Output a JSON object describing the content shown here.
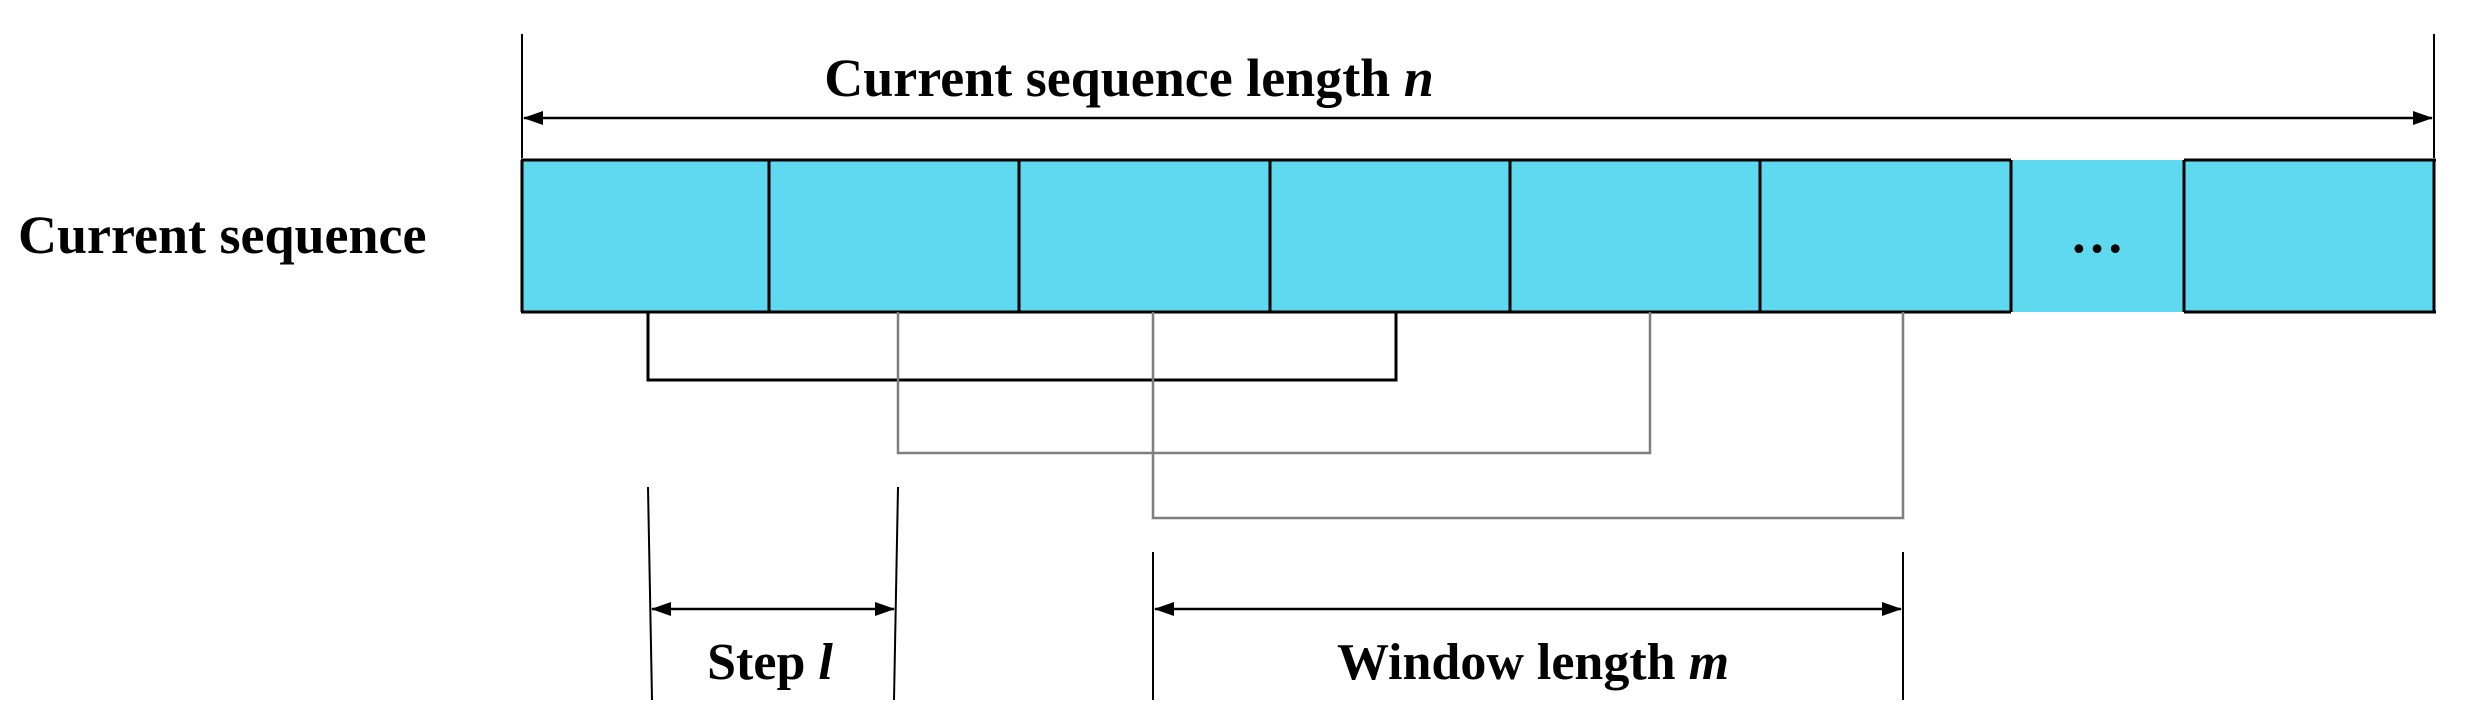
{
  "labels": {
    "total_length_text": "Current sequence length ",
    "total_length_var": "n",
    "row_label": "Current sequence",
    "ellipsis": "…",
    "step_text": "Step ",
    "step_var": "l",
    "window_text": "Window length ",
    "window_var": "m"
  },
  "sequence": {
    "cell_count": 8,
    "ellipsis_cell_index": 6
  },
  "windows": {
    "count": 3
  },
  "colors": {
    "cell_fill": "#5fd9ef",
    "line": "#000000",
    "window_line_light": "#7f7f7f"
  }
}
